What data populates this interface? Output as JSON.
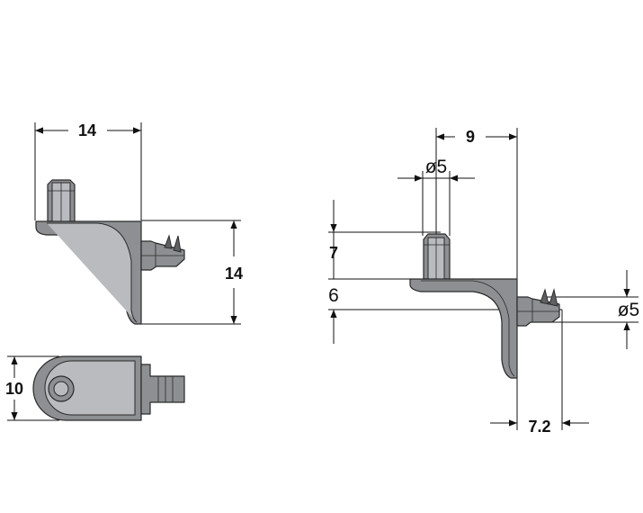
{
  "colors": {
    "part_fill": "#8d8f92",
    "part_highlight": "#b9bbbe",
    "part_shadow": "#5e6063",
    "line": "#111111",
    "background": "#ffffff"
  },
  "left_views": {
    "side_view": {
      "width_label": "14",
      "height_label": "14"
    },
    "top_view": {
      "width_label": "10"
    }
  },
  "right_view": {
    "pin_offset_label": "9",
    "pin_diameter_label": "ø5",
    "pin_height_label": "7",
    "plate_thickness_label": "6",
    "peg_diameter_label": "ø5",
    "peg_length_label": "7.2"
  }
}
